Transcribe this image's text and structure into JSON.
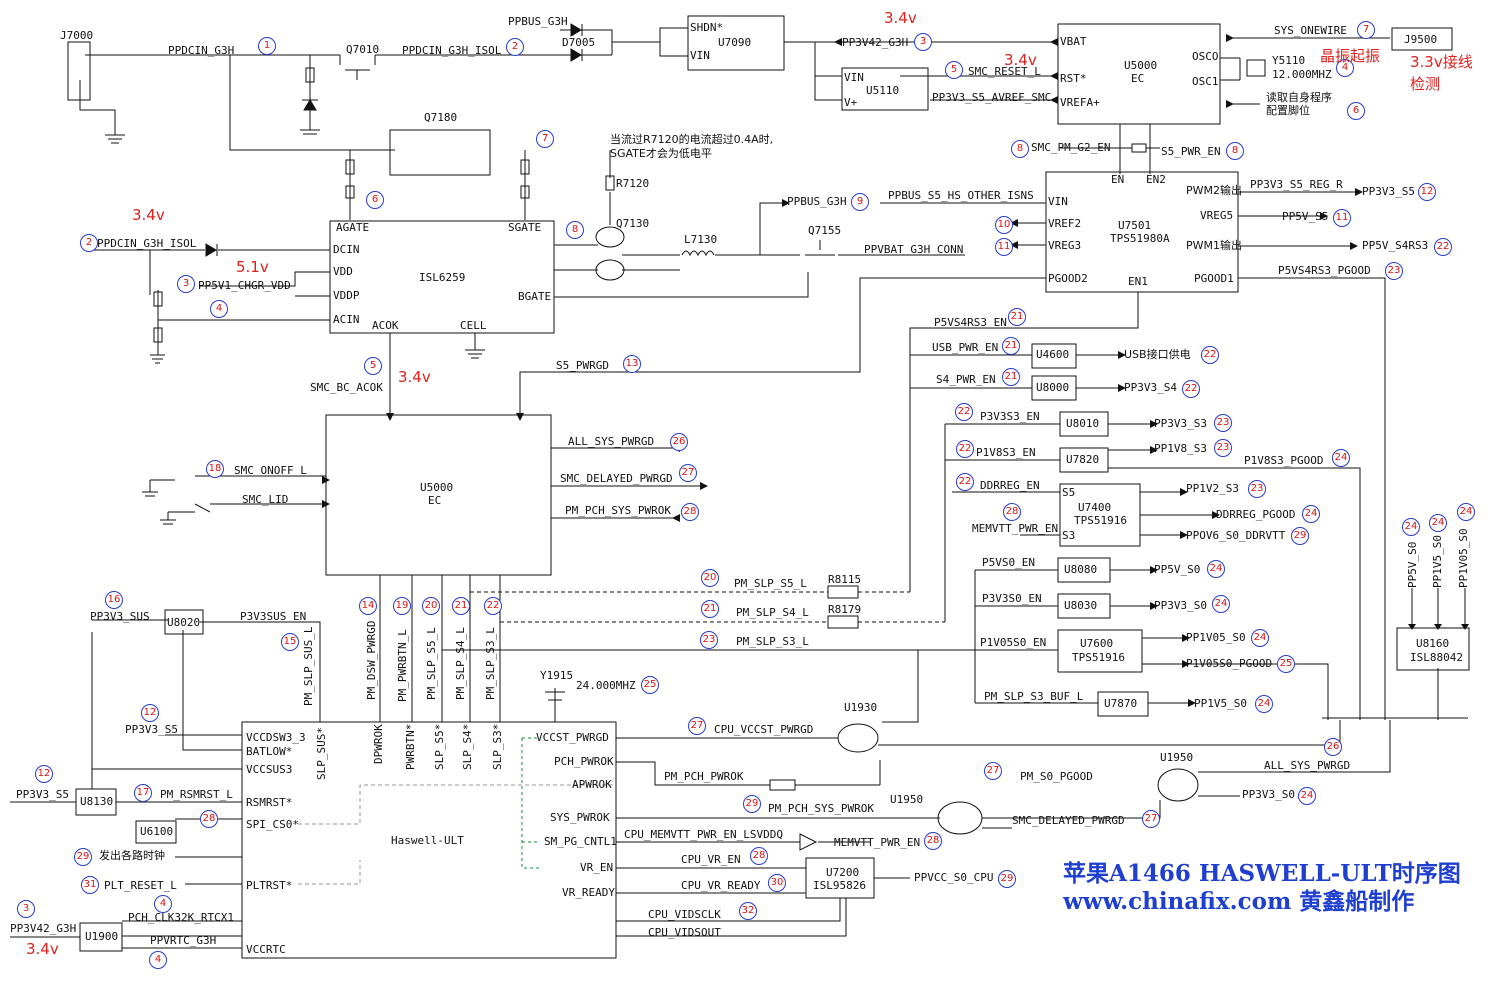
{
  "title": {
    "line1": "苹果A1466 HASWELL-ULT时序图",
    "line2": "www.chinafix.com 黄鑫船制作"
  },
  "colors": {
    "wire": "#111111",
    "circle_border": "#2a3bd1",
    "circle_text": "#dd1111",
    "note_red": "#e0211d",
    "title_blue": "#1f3fd0"
  },
  "notes": {
    "v34_a": "3.4v",
    "v34_b": "3.4v",
    "v34_c": "3.4v",
    "v34_d": "3.4v",
    "v34_e": "3.4v",
    "v51": "5.1v",
    "crystal": "晶振起振",
    "line_detect1": "3.3v接线",
    "line_detect2": "检测",
    "r7120_note1": "当流过R7120的电流超过0.4A时,",
    "r7120_note2": "SGATE才会为低电平",
    "read_prog1": "读取自身程序",
    "read_prog2": "配置脚位",
    "usb_supply": "USB接口供电",
    "clocks": "发出各路时钟"
  },
  "components": {
    "J7000": "J7000",
    "Q7010": "Q7010",
    "D7005": "D7005",
    "U7090": "U7090",
    "U7090_shdn": "SHDN*",
    "U7090_vin": "VIN",
    "U5110": "U5110",
    "U5110_vin": "VIN",
    "U5110_vp": "V+",
    "U5000_top": "U5000",
    "U5000_top_ec": "EC",
    "U5000_vbat": "VBAT",
    "U5000_rst": "RST*",
    "U5000_vrefa": "VREFA+",
    "U5000_osco": "OSCO",
    "U5000_osci": "OSC1",
    "Y5110": "Y5110",
    "Y5110_freq": "12.000MHZ",
    "J9500": "J9500",
    "Q7180": "Q7180",
    "R7120": "R7120",
    "Q7130": "Q7130",
    "L7130": "L7130",
    "Q7155": "Q7155",
    "ISL6259": "ISL6259",
    "isl_agate": "AGATE",
    "isl_sgate": "SGATE",
    "isl_dcin": "DCIN",
    "isl_vdd": "VDD",
    "isl_vddp": "VDDP",
    "isl_acin": "ACIN",
    "isl_acok": "ACOK",
    "isl_cell": "CELL",
    "isl_bgate": "BGATE",
    "U7501": "U7501",
    "U7501_part": "TPS51980A",
    "u7501_vin": "VIN",
    "u7501_vref2": "VREF2",
    "u7501_vreg3": "VREG3",
    "u7501_pgood2": "PGOOD2",
    "u7501_en": "EN",
    "u7501_en2": "EN2",
    "u7501_en1": "EN1",
    "u7501_pwm2": "PWM2输出",
    "u7501_vreg5": "VREG5",
    "u7501_pwm1": "PWM1输出",
    "u7501_pgood1": "PGOOD1",
    "U5000_mid": "U5000",
    "U5000_mid_ec": "EC",
    "U4600": "U4600",
    "U8000": "U8000",
    "U8010": "U8010",
    "U7820": "U7820",
    "U7400": "U7400",
    "U7400_part": "TPS51916",
    "u7400_s5": "S5",
    "u7400_s3": "S3",
    "U8080": "U8080",
    "U8030": "U8030",
    "U7600": "U7600",
    "U7600_part": "TPS51916",
    "U7870": "U7870",
    "U8160": "U8160",
    "U8160_part": "ISL88042",
    "R8115": "R8115",
    "R8179": "R8179",
    "U8020": "U8020",
    "U8130": "U8130",
    "U6100": "U6100",
    "U1900": "U1900",
    "Y1915": "Y1915",
    "Y1915_freq": "24.000MHZ",
    "U1930": "U1930",
    "U1950a": "U1950",
    "U1950b": "U1950",
    "U7200": "U7200",
    "U7200_part": "ISL95826",
    "haswell": "Haswell-ULT"
  },
  "haswell_pins": {
    "vccdsw": "VCCDSW3_3",
    "batlow": "BATLOW*",
    "vccsus": "VCCSUS3",
    "rsmrst": "RSMRST*",
    "spics": "SPI_CS0*",
    "pltrst": "PLTRST*",
    "vccrtc": "VCCRTC",
    "vccst": "VCCST_PWRGD",
    "pchpwrok": "PCH_PWROK",
    "apwrok": "APWROK",
    "syspwrok": "SYS_PWROK",
    "smpg": "SM_PG_CNTL1",
    "vren": "VR_EN",
    "vrready": "VR_READY",
    "slp_sus": "SLP_SUS*",
    "dpwrok": "DPWROK",
    "pwrbtn": "PWRBTN*",
    "slp_s5": "SLP_S5*",
    "slp_s4": "SLP_S4*",
    "slp_s3": "SLP_S3*"
  },
  "nets": {
    "ppdcin_g3h": "PPDCIN_G3H",
    "ppdcin_g3h_isol": "PPDCIN_G3H_ISOL",
    "ppbus_g3h_top": "PPBUS_G3H",
    "pp3v42_g3h": "PP3V42_G3H",
    "smc_reset_l": "SMC_RESET_L",
    "pp3v3_s5_avref": "PP3V3_S5_AVREF_SMC",
    "sys_onewire": "SYS_ONEWIRE",
    "smc_pm_g2_en": "SMC_PM_G2_EN",
    "s5_pwr_en": "S5_PWR_EN",
    "ppdcin_g3h_isol_l": "PPDCIN_G3H_ISOL",
    "pp5v1_chgr_vdd": "PP5V1_CHGR_VDD",
    "smc_bc_acok": "SMC_BC_ACOK",
    "ppbus_g3h_mid": "PPBUS_G3H",
    "ppbus_s5_hs": "PPBUS_S5_HS_OTHER_ISNS",
    "ppvbat_g3h_conn": "PPVBAT_G3H_CONN",
    "pp3v3_s5_reg_r": "PP3V3_S5_REG_R",
    "pp3v3_s5": "PP3V3_S5",
    "pp5v_s5": "PP5V_S5",
    "pp5v_s4rs3": "PP5V_S4RS3",
    "p5vs4rs3_pgood": "P5VS4RS3_PGOOD",
    "s5_pwrgd": "S5_PWRGD",
    "p5vs4rs3_en": "P5VS4RS3_EN",
    "usb_pwr_en": "USB_PWR_EN",
    "s4_pwr_en": "S4_PWR_EN",
    "pp3v3_s4": "PP3V3_S4",
    "p3v3s3_en": "P3V3S3_EN",
    "pp3v3_s3": "PP3V3_S3",
    "p1v8s3_en": "P1V8S3_EN",
    "pp1v8_s3": "PP1V8_S3",
    "p1v8s3_pgood": "P1V8S3_PGOOD",
    "ddrreg_en": "DDRREG_EN",
    "memvtt_pwr_en": "MEMVTT_PWR_EN",
    "pp1v2_s3": "PP1V2_S3",
    "ddrreg_pgood": "DDRREG_PGOOD",
    "pp0v6_ddrvtt": "PPOV6_S0_DDRVTT",
    "pp5v_s0_v": "PP5V_S0",
    "pp1v5_s0_v": "PP1V5_S0",
    "pp1v05_s0_v": "PP1V05_S0",
    "all_sys_pwrgd": "ALL_SYS_PWRGD",
    "smc_delayed_pwrgd": "SMC_DELAYED_PWRGD",
    "pm_pch_sys_pwrok": "PM_PCH_SYS_PWROK",
    "smc_onoff_l": "SMC_ONOFF_L",
    "smc_lid": "SMC_LID",
    "pm_slp_s5_l": "PM_SLP_S5_L",
    "pm_slp_s4_l": "PM_SLP_S4_L",
    "pm_slp_s3_l": "PM_SLP_S3_L",
    "pm_dsw_pwrgd": "PM_DSW_PWRGD",
    "pm_pwrbtn_l": "PM_PWRBTN_L",
    "pm_slp_s5_l_v": "PM_SLP_S5_L",
    "pm_slp_s4_l_v": "PM_SLP_S4_L",
    "pm_slp_s3_l_v": "PM_SLP_S3_L",
    "p5vs0_en": "P5VS0_EN",
    "pp5v_s0": "PP5V_S0",
    "p3v3s0_en": "P3V3S0_EN",
    "pp3v3_s0": "PP3V3_S0",
    "p1v05s0_en": "P1V05S0_EN",
    "pp1v05_s0": "PP1V05_S0",
    "p1v05s0_pgood": "P1V05S0_PGOOD",
    "pm_slp_s3_buf_l": "PM_SLP_S3_BUF_L",
    "pp1v5_s0": "PP1V5_S0",
    "pp3v3_sus": "PP3V3_SUS",
    "p3v3sus_en": "P3V3SUS_EN",
    "pm_slp_sus_l": "PM_SLP_SUS_L",
    "pp3v3_s5_l1": "PP3V3_S5",
    "pp3v3_s5_l2": "PP3V3_S5",
    "pm_rsmrst_l": "PM_RSMRST_L",
    "plt_reset_l": "PLT_RESET_L",
    "pp3v42_g3h_l": "PP3V42_G3H",
    "pch_clk32k": "PCH_CLK32K_RTCX1",
    "ppvrtc_g3h": "PPVRTC_G3H",
    "cpu_vccst_pwrgd": "CPU_VCCST_PWRGD",
    "pm_pch_pwrok": "PM_PCH_PWROK",
    "pm_s0_pgood": "PM_S0_PGOOD",
    "pm_pch_sys_pwrok_b": "PM_PCH_SYS_PWROK",
    "smc_delayed_pwrgd_b": "SMC_DELAYED_PWRGD",
    "cpu_memvtt": "CPU_MEMVTT_PWR_EN_LSVDDQ",
    "memvtt_pwr_en_b": "MEMVTT_PWR_EN",
    "cpu_vr_en": "CPU_VR_EN",
    "cpu_vr_ready": "CPU_VR_READY",
    "cpu_vidsclk": "CPU_VIDSCLK",
    "cpu_vidsout": "CPU_VIDSOUT",
    "ppvcc_s0_cpu": "PPVCC_S0_CPU",
    "all_sys_pwrgd_b": "ALL_SYS_PWRGD",
    "pp3v3_s0_b": "PP3V3_S0"
  },
  "steps": {
    "s_a1": "1",
    "s_a2": "2",
    "s_a3": "3",
    "s_a4": "4",
    "s_a5": "5",
    "s_a6": "6",
    "s_a7": "7",
    "s_a8": "8",
    "s_a9": "8",
    "s_a10": "6",
    "s_a11": "7",
    "s_b1": "2",
    "s_b2": "3",
    "s_b3": "4",
    "s_b4": "5",
    "s_b5": "6",
    "s_b6": "8",
    "s_b7": "9",
    "s_b8": "10",
    "s_b9": "11",
    "s_b10": "12",
    "s_b11": "11",
    "s_b12": "22",
    "s_b13": "23",
    "s_c1": "13",
    "s_c2": "21",
    "s_c3": "21",
    "s_c4": "22",
    "s_c5": "21",
    "s_c6": "22",
    "s_c7": "22",
    "s_c8": "23",
    "s_c9": "22",
    "s_c10": "23",
    "s_c11": "24",
    "s_c12": "22",
    "s_c13": "23",
    "s_c14": "24",
    "s_c15": "28",
    "s_c16": "29",
    "s_d1": "26",
    "s_d2": "27",
    "s_d3": "28",
    "s_d4": "18",
    "s_d5": "24",
    "s_d6": "24",
    "s_d7": "24",
    "s_d8": "24",
    "s_d9": "24",
    "s_d10": "24",
    "s_d11": "25",
    "s_d12": "24",
    "s_e1": "14",
    "s_e2": "19",
    "s_e3": "20",
    "s_e4": "21",
    "s_e5": "22",
    "s_e6": "20",
    "s_e7": "21",
    "s_e8": "23",
    "s_f1": "16",
    "s_f2": "15",
    "s_f3": "12",
    "s_f4": "12",
    "s_f5": "17",
    "s_f6": "28",
    "s_f7": "29",
    "s_f8": "31",
    "s_f9": "3",
    "s_f10": "4",
    "s_f11": "4",
    "s_f12": "25",
    "s_g1": "27",
    "s_g2": "27",
    "s_g3": "29",
    "s_g4": "27",
    "s_g5": "28",
    "s_g6": "28",
    "s_g7": "30",
    "s_g8": "32",
    "s_g9": "29",
    "s_g10": "26",
    "s_g11": "24"
  }
}
